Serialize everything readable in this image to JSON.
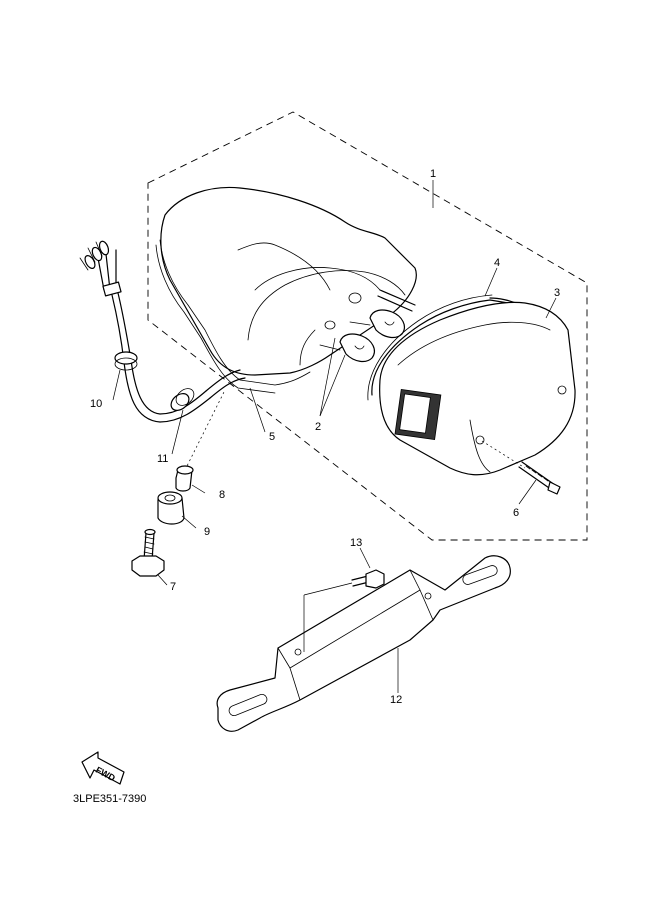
{
  "callouts": [
    {
      "id": "1",
      "label": "1"
    },
    {
      "id": "2",
      "label": "2"
    },
    {
      "id": "3",
      "label": "3"
    },
    {
      "id": "4",
      "label": "4"
    },
    {
      "id": "5",
      "label": "5"
    },
    {
      "id": "6",
      "label": "6"
    },
    {
      "id": "7",
      "label": "7"
    },
    {
      "id": "8",
      "label": "8"
    },
    {
      "id": "9",
      "label": "9"
    },
    {
      "id": "10",
      "label": "10"
    },
    {
      "id": "11",
      "label": "11"
    },
    {
      "id": "12",
      "label": "12"
    },
    {
      "id": "13",
      "label": "13"
    }
  ],
  "fwd_label": "FWD",
  "diagram_code": "3LPE351-7390",
  "icons": {
    "fwd_arrow": "fwd-arrow-icon"
  }
}
